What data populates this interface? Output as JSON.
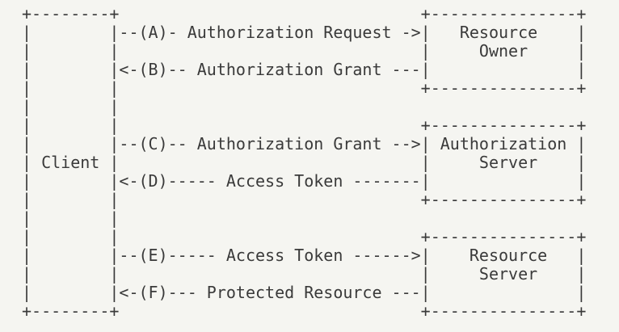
{
  "colors": {
    "background": "#f5f5f1",
    "text": "#3a3a3a"
  },
  "diagram": {
    "kind": "ascii-flow-diagram",
    "boxes": [
      {
        "label": "Client"
      },
      {
        "label": "Resource Owner"
      },
      {
        "label": "Authorization Server"
      },
      {
        "label": "Resource Server"
      }
    ],
    "flows": [
      {
        "step": "A",
        "from": "Client",
        "to": "Resource Owner",
        "label": "Authorization Request"
      },
      {
        "step": "B",
        "from": "Resource Owner",
        "to": "Client",
        "label": "Authorization Grant"
      },
      {
        "step": "C",
        "from": "Client",
        "to": "Authorization Server",
        "label": "Authorization Grant"
      },
      {
        "step": "D",
        "from": "Authorization Server",
        "to": "Client",
        "label": "Access Token"
      },
      {
        "step": "E",
        "from": "Client",
        "to": "Resource Server",
        "label": "Access Token"
      },
      {
        "step": "F",
        "from": "Resource Server",
        "to": "Client",
        "label": "Protected Resource"
      }
    ],
    "lines": [
      "+--------+                               +---------------+",
      "|        |--(A)- Authorization Request ->|   Resource    |",
      "|        |                               |     Owner     |",
      "|        |<-(B)-- Authorization Grant ---|               |",
      "|        |                               +---------------+",
      "|        |",
      "|        |                               +---------------+",
      "|        |--(C)-- Authorization Grant -->| Authorization |",
      "| Client |                               |     Server    |",
      "|        |<-(D)----- Access Token -------|               |",
      "|        |                               +---------------+",
      "|        |",
      "|        |                               +---------------+",
      "|        |--(E)----- Access Token ------>|    Resource   |",
      "|        |                               |     Server    |",
      "|        |<-(F)--- Protected Resource ---|               |",
      "+--------+                               +---------------+"
    ]
  }
}
